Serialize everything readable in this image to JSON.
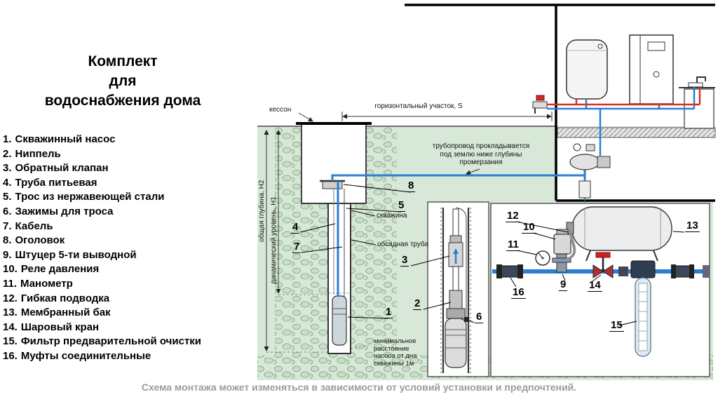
{
  "title": "Комплект\nдля\nводоснабжения дома",
  "legend": {
    "items": [
      {
        "n": "1.",
        "t": "Скважинный насос"
      },
      {
        "n": "2.",
        "t": "Ниппель"
      },
      {
        "n": "3.",
        "t": "Обратный клапан"
      },
      {
        "n": "4.",
        "t": "Труба питьевая"
      },
      {
        "n": "5.",
        "t": "Трос из нержавеющей стали"
      },
      {
        "n": "6.",
        "t": "Зажимы для троса"
      },
      {
        "n": "7.",
        "t": "Кабель"
      },
      {
        "n": "8.",
        "t": "Оголовок"
      },
      {
        "n": "9.",
        "t": "Штуцер 5-ти выводной"
      },
      {
        "n": "10.",
        "t": "Реле давления"
      },
      {
        "n": "11.",
        "t": "Манометр"
      },
      {
        "n": "12.",
        "t": "Гибкая подводка"
      },
      {
        "n": "13.",
        "t": "Мембранный бак"
      },
      {
        "n": "14.",
        "t": "Шаровый кран"
      },
      {
        "n": "15.",
        "t": "Фильтр предварительной очистки"
      },
      {
        "n": "16.",
        "t": "Муфты соединительные"
      }
    ]
  },
  "diagram": {
    "labels": {
      "kesson": "кессон",
      "horizontal_section": "горизонтальный участок, S",
      "pipeline_note": "трубопровод прокладывается\nпод землю ниже глубины\nпромерзания",
      "total_depth": "общая глубина, Н2",
      "dynamic_level": "динамический уровень, Н1",
      "well": "скважина",
      "casing_pipe": "обсадная труба",
      "min_distance": "минимальное\nрасстояние\nнасоса от дна\nскважины 1м"
    },
    "callouts": {
      "n1": "1",
      "n2": "2",
      "n3": "3",
      "n4": "4",
      "n5": "5",
      "n6": "6",
      "n7": "7",
      "n8": "8",
      "n9": "9",
      "n10": "10",
      "n11": "11",
      "n12": "12",
      "n13": "13",
      "n14": "14",
      "n15": "15",
      "n16": "16"
    }
  },
  "footer": {
    "caption": "Схема монтажа может изменяться в зависимости от условий установки и предпочтений."
  },
  "colors": {
    "cold_pipe": "#2a7fd4",
    "hot_pipe": "#d93025",
    "ground": "#d8e8d8",
    "stone_outline": "#7fa57f"
  }
}
